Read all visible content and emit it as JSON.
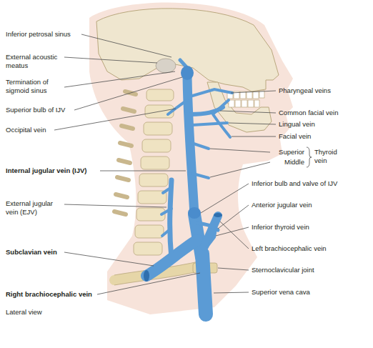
{
  "diagram": {
    "labels": [
      "Inferior petrosal sinus",
      "External acoustic meatus",
      "Termination of sigmoid sinus",
      "Superior bulb of IJV",
      "Occipital vein",
      "Internal jugular vein (IJV)",
      "External jugular vein (EJV)",
      "Subclavian vein",
      "Right brachiocephalic vein",
      "Lateral view",
      "Pharyngeal veins",
      "Common facial vein",
      "Lingual vein",
      "Facial vein",
      "Superior",
      "Middle",
      "Thyroid vein",
      "Inferior bulb and valve of IJV",
      "Anterior jugular vein",
      "Inferior thyroid vein",
      "Left brachiocephalic vein",
      "Sternoclavicular joint",
      "Superior vena cava"
    ]
  }
}
